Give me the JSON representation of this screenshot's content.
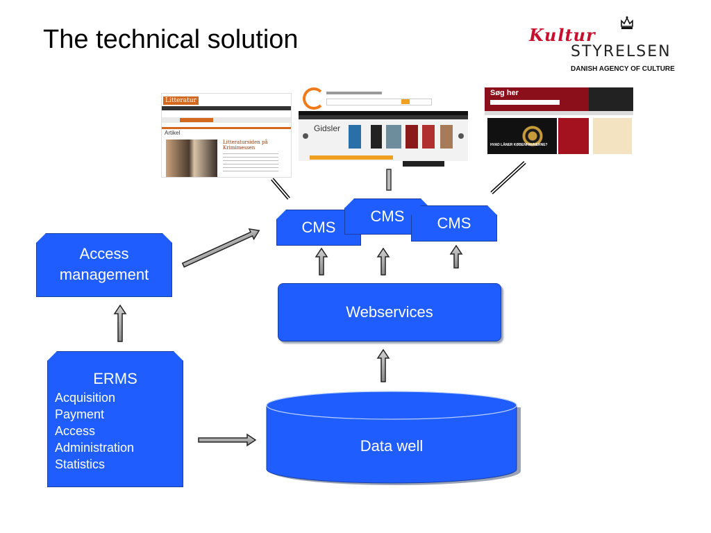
{
  "slide": {
    "title": "The technical solution"
  },
  "logo": {
    "script_text": "Kultur",
    "wordmark": "STYRELSEN",
    "tagline": "DANISH AGENCY OF CULTURE"
  },
  "nodes": {
    "access_management": {
      "line1": "Access",
      "line2": "management"
    },
    "erms": {
      "title": "ERMS",
      "items": [
        "Acquisition",
        "Payment",
        "Access",
        "Administration",
        "Statistics"
      ]
    },
    "cms_left": {
      "label": "CMS"
    },
    "cms_middle": {
      "label": "CMS"
    },
    "cms_right": {
      "label": "CMS"
    },
    "webservices": {
      "label": "Webservices"
    },
    "data_well": {
      "label": "Data well"
    }
  },
  "screenshots": {
    "left": {
      "brand": "Litteratur",
      "tab": "Artikel",
      "headline": "Litteratursiden på Krimimessen"
    },
    "middle": {
      "heading": "Gidsler"
    },
    "right": {
      "heading": "Søg her",
      "banner": "HVAD LÅNER KØBENHAVNERNE?"
    }
  },
  "colors": {
    "shape_fill": "#1f5dff",
    "shape_border": "#1a3fa0",
    "shadow": "#9aa3b5",
    "logo_red": "#c8102e"
  }
}
